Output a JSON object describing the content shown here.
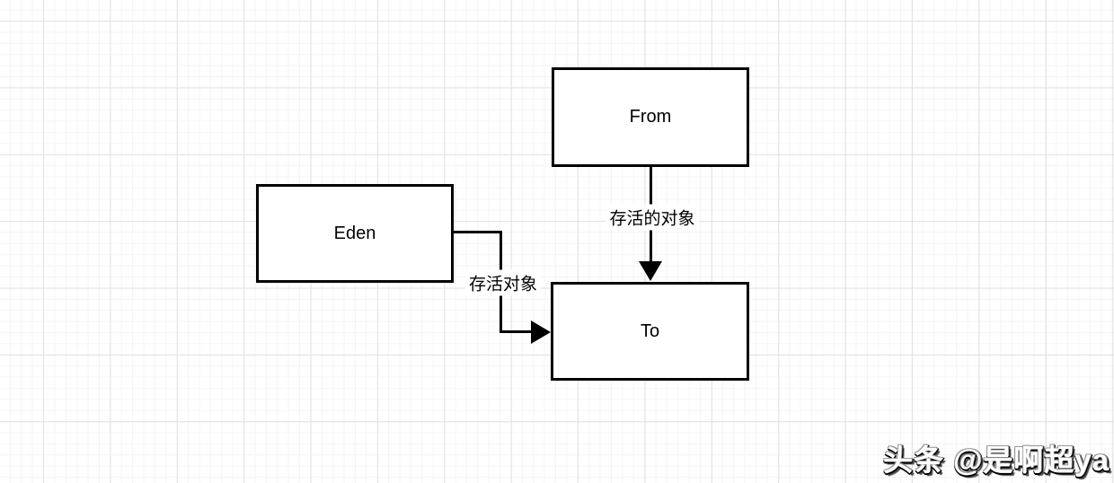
{
  "canvas": {
    "background_color": "#ffffff",
    "grid_minor_color": "#f4f4f4",
    "grid_major_color": "#e2e2e2",
    "stroke_color": "#000000"
  },
  "diagram": {
    "type": "flowchart",
    "nodes": [
      {
        "id": "from",
        "label": "From"
      },
      {
        "id": "eden",
        "label": "Eden"
      },
      {
        "id": "to",
        "label": "To"
      }
    ],
    "edges": [
      {
        "id": "from-to",
        "source": "From",
        "target": "To",
        "label": "存活的对象"
      },
      {
        "id": "eden-to",
        "source": "Eden",
        "target": "To",
        "label": "存活对象"
      }
    ]
  },
  "watermark": {
    "text": "头条 @是啊超ya"
  }
}
